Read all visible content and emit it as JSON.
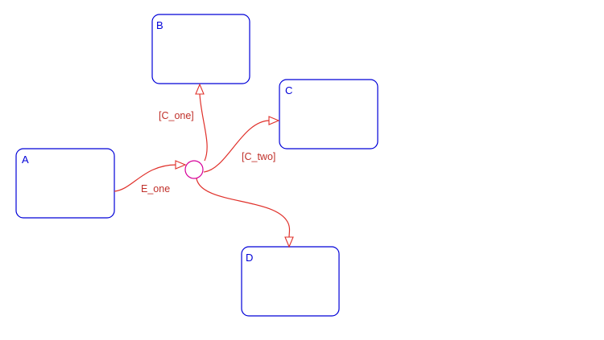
{
  "states": {
    "a": {
      "label": "A"
    },
    "b": {
      "label": "B"
    },
    "c": {
      "label": "C"
    },
    "d": {
      "label": "D"
    }
  },
  "transitions": {
    "a_to_junction": {
      "label": "E_one"
    },
    "junction_to_b": {
      "label": "[C_one]"
    },
    "junction_to_c": {
      "label": "[C_two]"
    },
    "junction_to_d": {
      "label": ""
    }
  },
  "colors": {
    "state_border": "#0000d8",
    "state_label": "#0000d8",
    "transition": "#e0302a",
    "transition_label": "#c0302a",
    "junction": "#d6009a"
  }
}
